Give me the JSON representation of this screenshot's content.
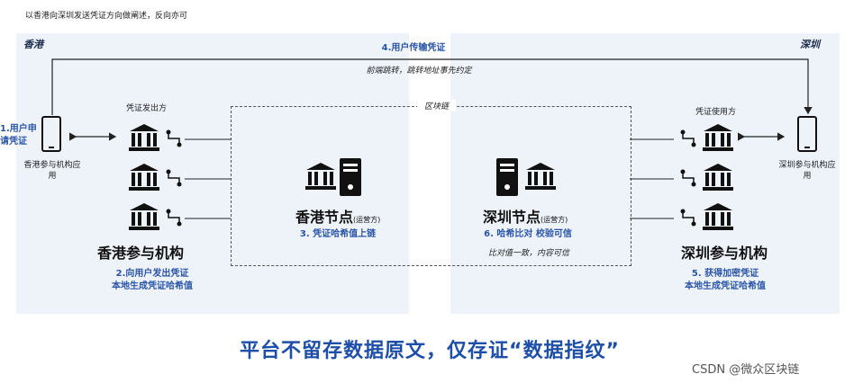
{
  "header_note": "以香港向深圳发送凭证方向做阐述，反向亦可",
  "regions": {
    "hk": "香港",
    "sz": "深圳"
  },
  "top_flow": {
    "title": "4.用户传输凭证",
    "subtitle": "前端跳转，跳转地址事先约定"
  },
  "blockchain_label": "区块链",
  "left": {
    "user_step": "1.用户申请凭证",
    "app_label": "香港参与机构应用",
    "issuer_label": "凭证发出方",
    "org_title": "香港参与机构",
    "step": "2.向用户发出凭证\n本地生成凭证哈希值"
  },
  "hk_node": {
    "title": "香港节点",
    "suffix": "(运营方)",
    "step": "3. 凭证哈希值上链"
  },
  "sz_node": {
    "title": "深圳节点",
    "suffix": "(运营方)",
    "step": "6. 哈希比对 校验可信",
    "note": "比对值一致，内容可信"
  },
  "right": {
    "app_label": "深圳参与机构应用",
    "user_label": "凭证使用方",
    "org_title": "深圳参与机构",
    "step": "5. 获得加密凭证\n本地生成凭证哈希值"
  },
  "slogan": "平台不留存数据原文，仅存证“数据指纹”",
  "watermark": "CSDN @微众区块链"
}
